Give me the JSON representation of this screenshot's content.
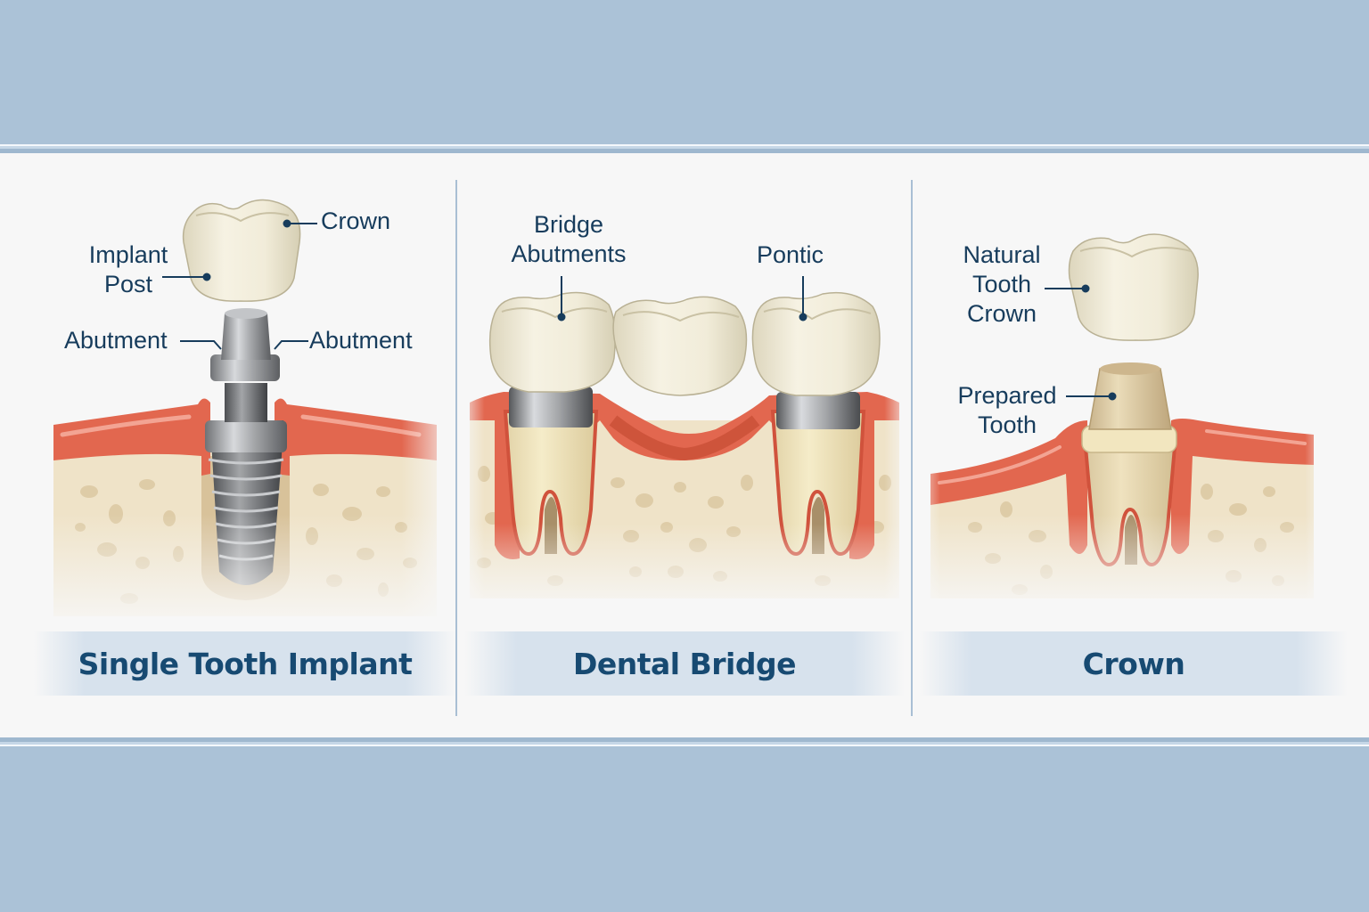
{
  "colors": {
    "background_band": "#abc2d7",
    "panel_bg": "#f7f7f7",
    "title_text": "#174a72",
    "label_text": "#173c5c",
    "gum": "#e2674f",
    "bone": "#efe3c8",
    "tooth_enamel": "#eee9d6",
    "metal": "#8d8f92"
  },
  "panels": [
    {
      "title": "Single Tooth Implant",
      "labels": {
        "crown": "Crown",
        "implant_post_line1": "Implant",
        "implant_post_line2": "Post",
        "abutment_left": "Abutment",
        "abutment_right": "Abutment"
      }
    },
    {
      "title": "Dental Bridge",
      "labels": {
        "bridge_abutments_line1": "Bridge",
        "bridge_abutments_line2": "Abutments",
        "pontic": "Pontic"
      }
    },
    {
      "title": "Crown",
      "labels": {
        "natural_crown_line1": "Natural",
        "natural_crown_line2": "Tooth",
        "natural_crown_line3": "Crown",
        "prepared_line1": "Prepared",
        "prepared_line2": "Tooth"
      }
    }
  ]
}
